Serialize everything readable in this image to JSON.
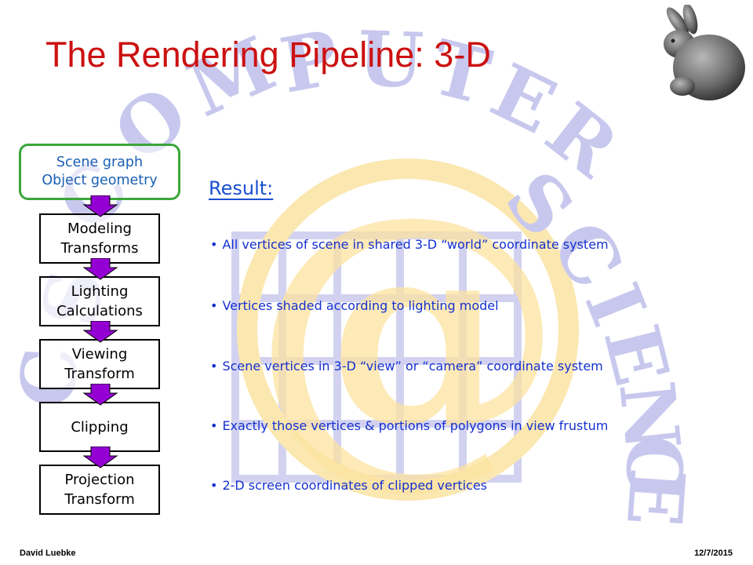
{
  "slide": {
    "title": "The Rendering Pipeline: 3-D",
    "watermark_text": "COMPUTER SCIENCE",
    "watermark_symbol": "@",
    "logo_icon": "stanford-bunny-icon"
  },
  "pipeline": {
    "input": [
      "Scene graph",
      "Object geometry"
    ],
    "stages": [
      [
        "Modeling",
        "Transforms"
      ],
      [
        "Lighting",
        "Calculations"
      ],
      [
        "Viewing",
        "Transform"
      ],
      [
        "Clipping"
      ],
      [
        "Projection",
        "Transform"
      ]
    ]
  },
  "result": {
    "heading": "Result:",
    "items": [
      "All vertices of scene in shared 3-D “world” coordinate system",
      "Vertices shaded according to lighting model",
      "Scene vertices in 3-D “view” or “camera” coordinate system",
      "Exactly those vertices & portions of polygons in view frustum",
      "2-D screen coordinates of clipped vertices"
    ]
  },
  "footer": {
    "author": "David Luebke",
    "date": "12/7/2015"
  },
  "colors": {
    "title": "#cc1111",
    "scene_border": "#3aa63a",
    "scene_text": "#1a5fb4",
    "result_text": "#1530d0",
    "arrow_fill": "#9400d3",
    "watermark_letters": "#c8c8ee",
    "watermark_at": "#fbe7b0"
  }
}
